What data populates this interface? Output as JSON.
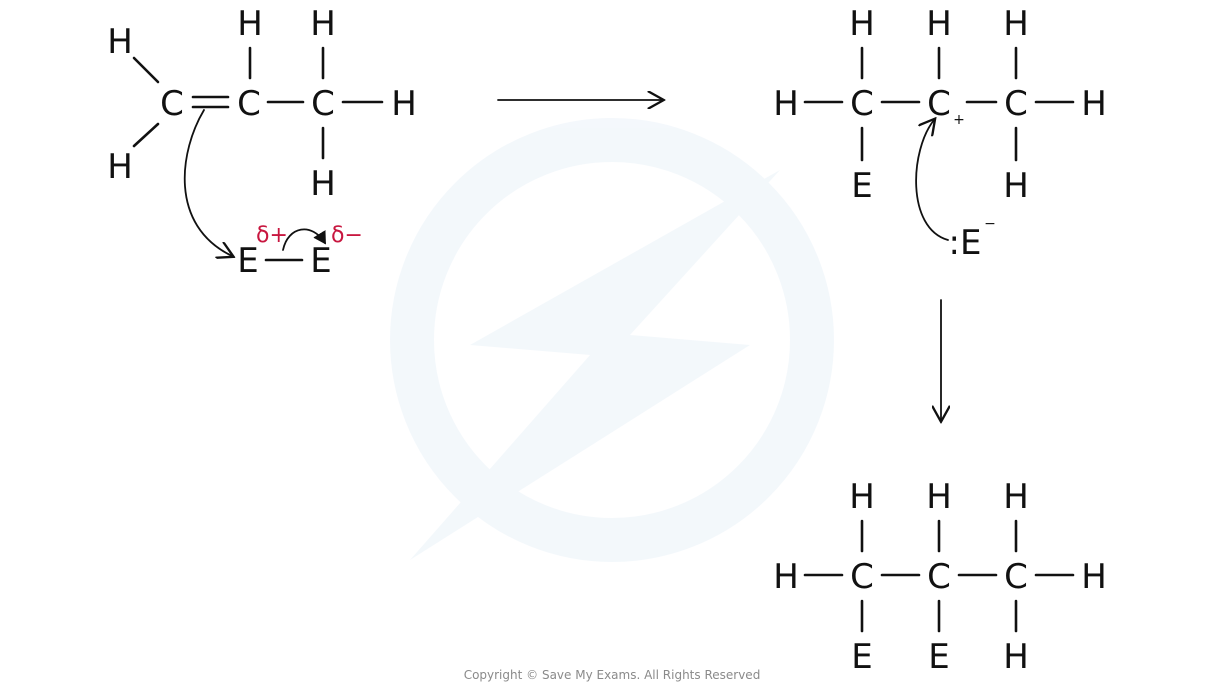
{
  "atoms": {
    "hydrogen": "H",
    "carbon": "C",
    "electrophile": "E",
    "electrophile_anion": ":E"
  },
  "charges": {
    "delta_plus": "δ+",
    "delta_minus": "δ−",
    "carbocation_plus": "+",
    "anion_minus": "−"
  },
  "colors": {
    "ink": "#111111",
    "delta": "#c8163f",
    "watermark": "#4a90c8"
  },
  "watermark_icon": "save-my-exams-logo-icon",
  "footer": {
    "copyright": "Copyright © Save My Exams. All Rights Reserved"
  }
}
